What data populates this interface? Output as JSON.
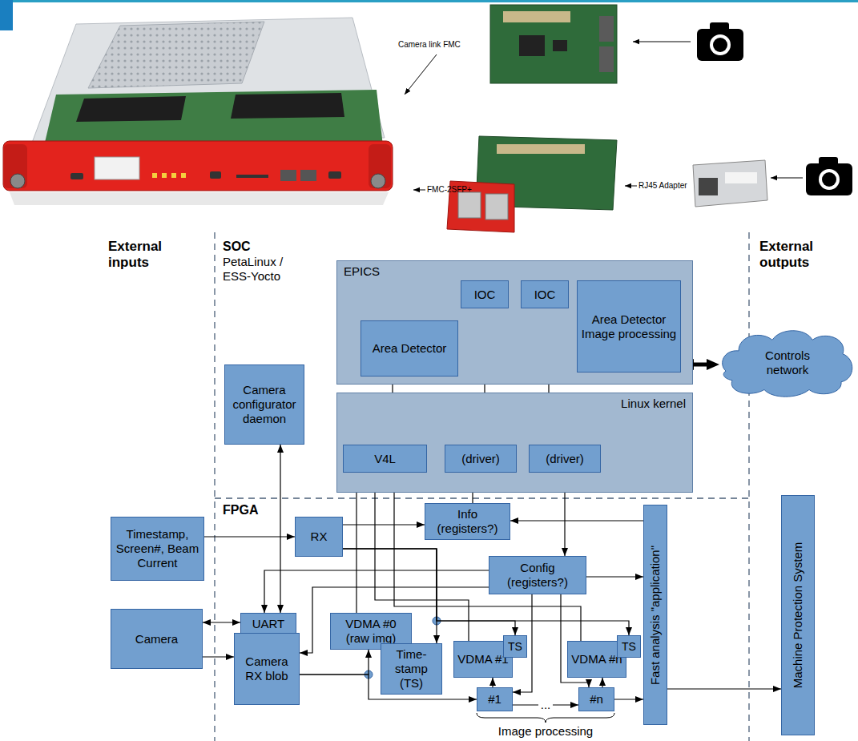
{
  "diagram": {
    "nodes": [
      {
        "text": [
          "EPICS"
        ]
      },
      {
        "text": [
          "IOC"
        ],
        "in": 0
      },
      {
        "text": [
          "IOC"
        ],
        "in": 0
      },
      {
        "text": [
          "Area Detector"
        ],
        "in": 0
      },
      {
        "text": [
          "Area Detector Image processing"
        ],
        "in": 0
      },
      {
        "text": [
          "Controls network"
        ]
      },
      {
        "text": [
          "Camera configurator daemon"
        ]
      },
      {
        "text": [
          "Linux kernel"
        ]
      },
      {
        "text": [
          "V4L"
        ],
        "in": 7
      },
      {
        "text": [
          "(driver)"
        ],
        "in": 7
      },
      {
        "text": [
          "(driver)"
        ],
        "in": 7
      },
      {
        "text": [
          "Timestamp, Screen#, Beam Current"
        ]
      },
      {
        "text": [
          "RX"
        ]
      },
      {
        "text": [
          "Info (registers?)"
        ]
      },
      {
        "text": [
          "Config (registers?)"
        ]
      },
      {
        "text": [
          "Camera"
        ]
      },
      {
        "text": [
          "UART"
        ]
      },
      {
        "text": [
          "VDMA #0 (raw img)"
        ]
      },
      {
        "text": [
          "Camera RX blob"
        ]
      },
      {
        "text": [
          "Time-stamp (TS)"
        ]
      },
      {
        "text": [
          "VDMA #1"
        ]
      },
      {
        "text": [
          "TS"
        ]
      },
      {
        "text": [
          "VDMA #n"
        ]
      },
      {
        "text": [
          "TS"
        ]
      },
      {
        "text": [
          "#1"
        ]
      },
      {
        "text": [
          "#n"
        ]
      },
      {
        "text": [
          "Fast analysis \"application\""
        ]
      },
      {
        "text": [
          "Machine Protection System"
        ]
      }
    ],
    "edges": [
      {
        "from": 3,
        "to": 4,
        "arrow": "to"
      },
      {
        "from": 4,
        "to": 5,
        "arrow": "both"
      },
      {
        "from": 8,
        "to": 3,
        "arrow": "to"
      },
      {
        "from": 9,
        "to": 1,
        "arrow": "to"
      },
      {
        "from": 2,
        "to": 10,
        "arrow": "to"
      },
      {
        "from": 6,
        "to": 16,
        "arrow": "both"
      },
      {
        "from": 11,
        "to": 12,
        "arrow": "to"
      },
      {
        "from": 12,
        "to": 13,
        "arrow": "to"
      },
      {
        "from": 12,
        "to": 19,
        "arrow": "to"
      },
      {
        "from": 12,
        "to": 21,
        "arrow": "to"
      },
      {
        "from": 12,
        "to": 23,
        "arrow": "to"
      },
      {
        "from": 13,
        "to": 9,
        "arrow": "to"
      },
      {
        "from": 26,
        "to": 13,
        "arrow": "to"
      },
      {
        "from": 10,
        "to": 14,
        "arrow": "to"
      },
      {
        "from": 14,
        "to": 26,
        "arrow": "to"
      },
      {
        "from": 14,
        "to": 16,
        "arrow": "to"
      },
      {
        "from": 14,
        "to": 18,
        "arrow": "to"
      },
      {
        "from": 15,
        "to": 16,
        "arrow": "both"
      },
      {
        "from": 15,
        "to": 18,
        "arrow": "to"
      },
      {
        "from": 18,
        "to": 17,
        "arrow": "to"
      },
      {
        "from": 18,
        "to": 24,
        "arrow": "to"
      },
      {
        "from": 17,
        "to": 8,
        "arrow": "to"
      },
      {
        "from": 20,
        "to": 8,
        "arrow": "to"
      },
      {
        "from": 22,
        "to": 8,
        "arrow": "to"
      },
      {
        "from": 24,
        "to": 20,
        "arrow": "to"
      },
      {
        "from": 25,
        "to": 22,
        "arrow": "to"
      },
      {
        "from": 14,
        "to": 24,
        "arrow": "to"
      },
      {
        "from": 14,
        "to": 25,
        "arrow": "to"
      },
      {
        "from": 24,
        "to": 25,
        "arrow": "to"
      },
      {
        "from": 25,
        "to": 26,
        "arrow": "to"
      },
      {
        "from": 26,
        "to": 27,
        "arrow": "to"
      }
    ],
    "labels": [
      "Camera link FMC",
      "FMC-2SFP+",
      "RJ45 Adapter",
      "External inputs",
      "SOC",
      "PetaLinux / ESS-Yocto",
      "External outputs",
      "FPGA",
      "...",
      "Image processing"
    ]
  }
}
